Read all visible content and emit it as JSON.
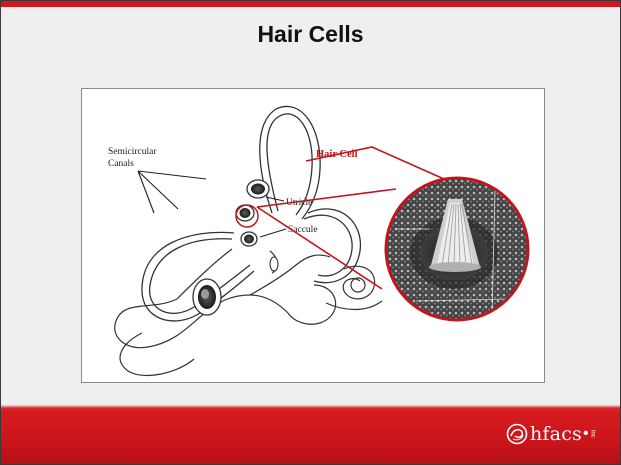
{
  "slide": {
    "title": "Hair Cells"
  },
  "diagram": {
    "labels": {
      "semicircular_line1": "Semicircular",
      "semicircular_line2": "Canals",
      "utricle": "Utricle",
      "saccule": "Saccule",
      "hair_cell": "Hair Cell"
    }
  },
  "footer": {
    "logo_text": "hfacs",
    "logo_mark": "inc",
    "logo_icon": "swirl-logo-icon"
  },
  "colors": {
    "accent_red": "#d2161b",
    "background": "#efefef",
    "footer_red": "#c8141a"
  }
}
